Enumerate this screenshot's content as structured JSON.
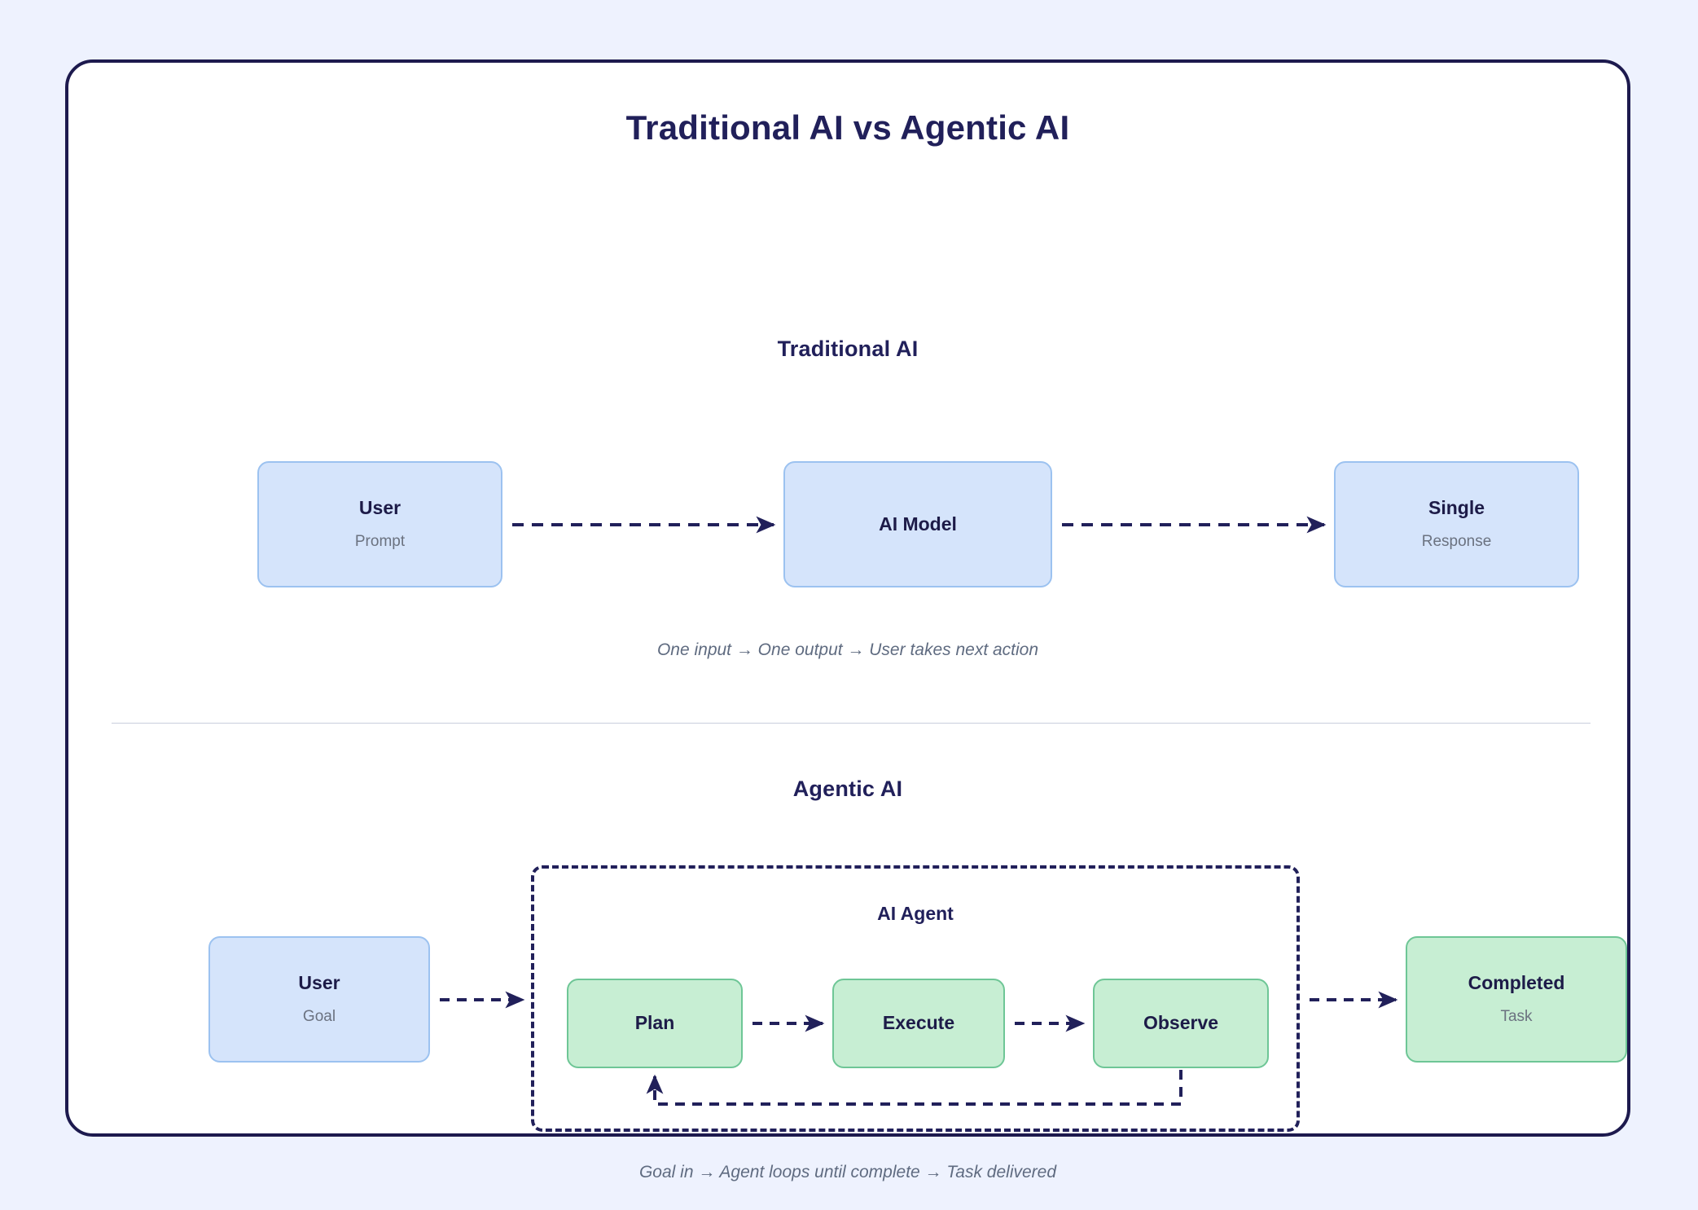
{
  "page": {
    "title": "Traditional AI vs Agentic AI",
    "background_color": "#eef2fe",
    "card_border_color": "#1d1a4e",
    "card_background": "#ffffff"
  },
  "colors": {
    "navy": "#21205a",
    "blue_fill": "#d5e4fb",
    "blue_stroke": "#9cc2f0",
    "green_fill": "#c7eed3",
    "green_stroke": "#6ec696",
    "muted_text": "#6b7280",
    "caption_text": "#5f6b80",
    "divider": "#c9cedd"
  },
  "sections": {
    "traditional": {
      "heading": "Traditional AI",
      "caption": "One input → One output → User takes next action",
      "nodes": [
        {
          "id": "user-prompt",
          "title": "User",
          "subtitle": "Prompt",
          "style": "blue"
        },
        {
          "id": "ai-model",
          "title": "AI Model",
          "subtitle": "",
          "style": "blue"
        },
        {
          "id": "single-response",
          "title": "Single",
          "subtitle": "Response",
          "style": "blue"
        }
      ],
      "edges": [
        {
          "from": "user-prompt",
          "to": "ai-model",
          "style": "dashed",
          "arrow": true
        },
        {
          "from": "ai-model",
          "to": "single-response",
          "style": "dashed",
          "arrow": true
        }
      ]
    },
    "agentic": {
      "heading": "Agentic AI",
      "caption": "Goal in → Agent loops until complete → Task delivered",
      "container_label": "AI Agent",
      "nodes": [
        {
          "id": "user-goal",
          "title": "User",
          "subtitle": "Goal",
          "style": "blue"
        },
        {
          "id": "plan",
          "title": "Plan",
          "subtitle": "",
          "style": "green"
        },
        {
          "id": "execute",
          "title": "Execute",
          "subtitle": "",
          "style": "green"
        },
        {
          "id": "observe",
          "title": "Observe",
          "subtitle": "",
          "style": "green"
        },
        {
          "id": "completed-task",
          "title": "Completed",
          "subtitle": "Task",
          "style": "green"
        }
      ],
      "edges": [
        {
          "from": "user-goal",
          "to": "agent-container",
          "style": "dashed",
          "arrow": true
        },
        {
          "from": "plan",
          "to": "execute",
          "style": "dashed",
          "arrow": true
        },
        {
          "from": "execute",
          "to": "observe",
          "style": "dashed",
          "arrow": true
        },
        {
          "from": "agent-container",
          "to": "completed-task",
          "style": "dashed",
          "arrow": true
        },
        {
          "from": "observe",
          "to": "plan",
          "style": "dashed",
          "arrow": true,
          "kind": "feedback-loop"
        }
      ]
    }
  }
}
